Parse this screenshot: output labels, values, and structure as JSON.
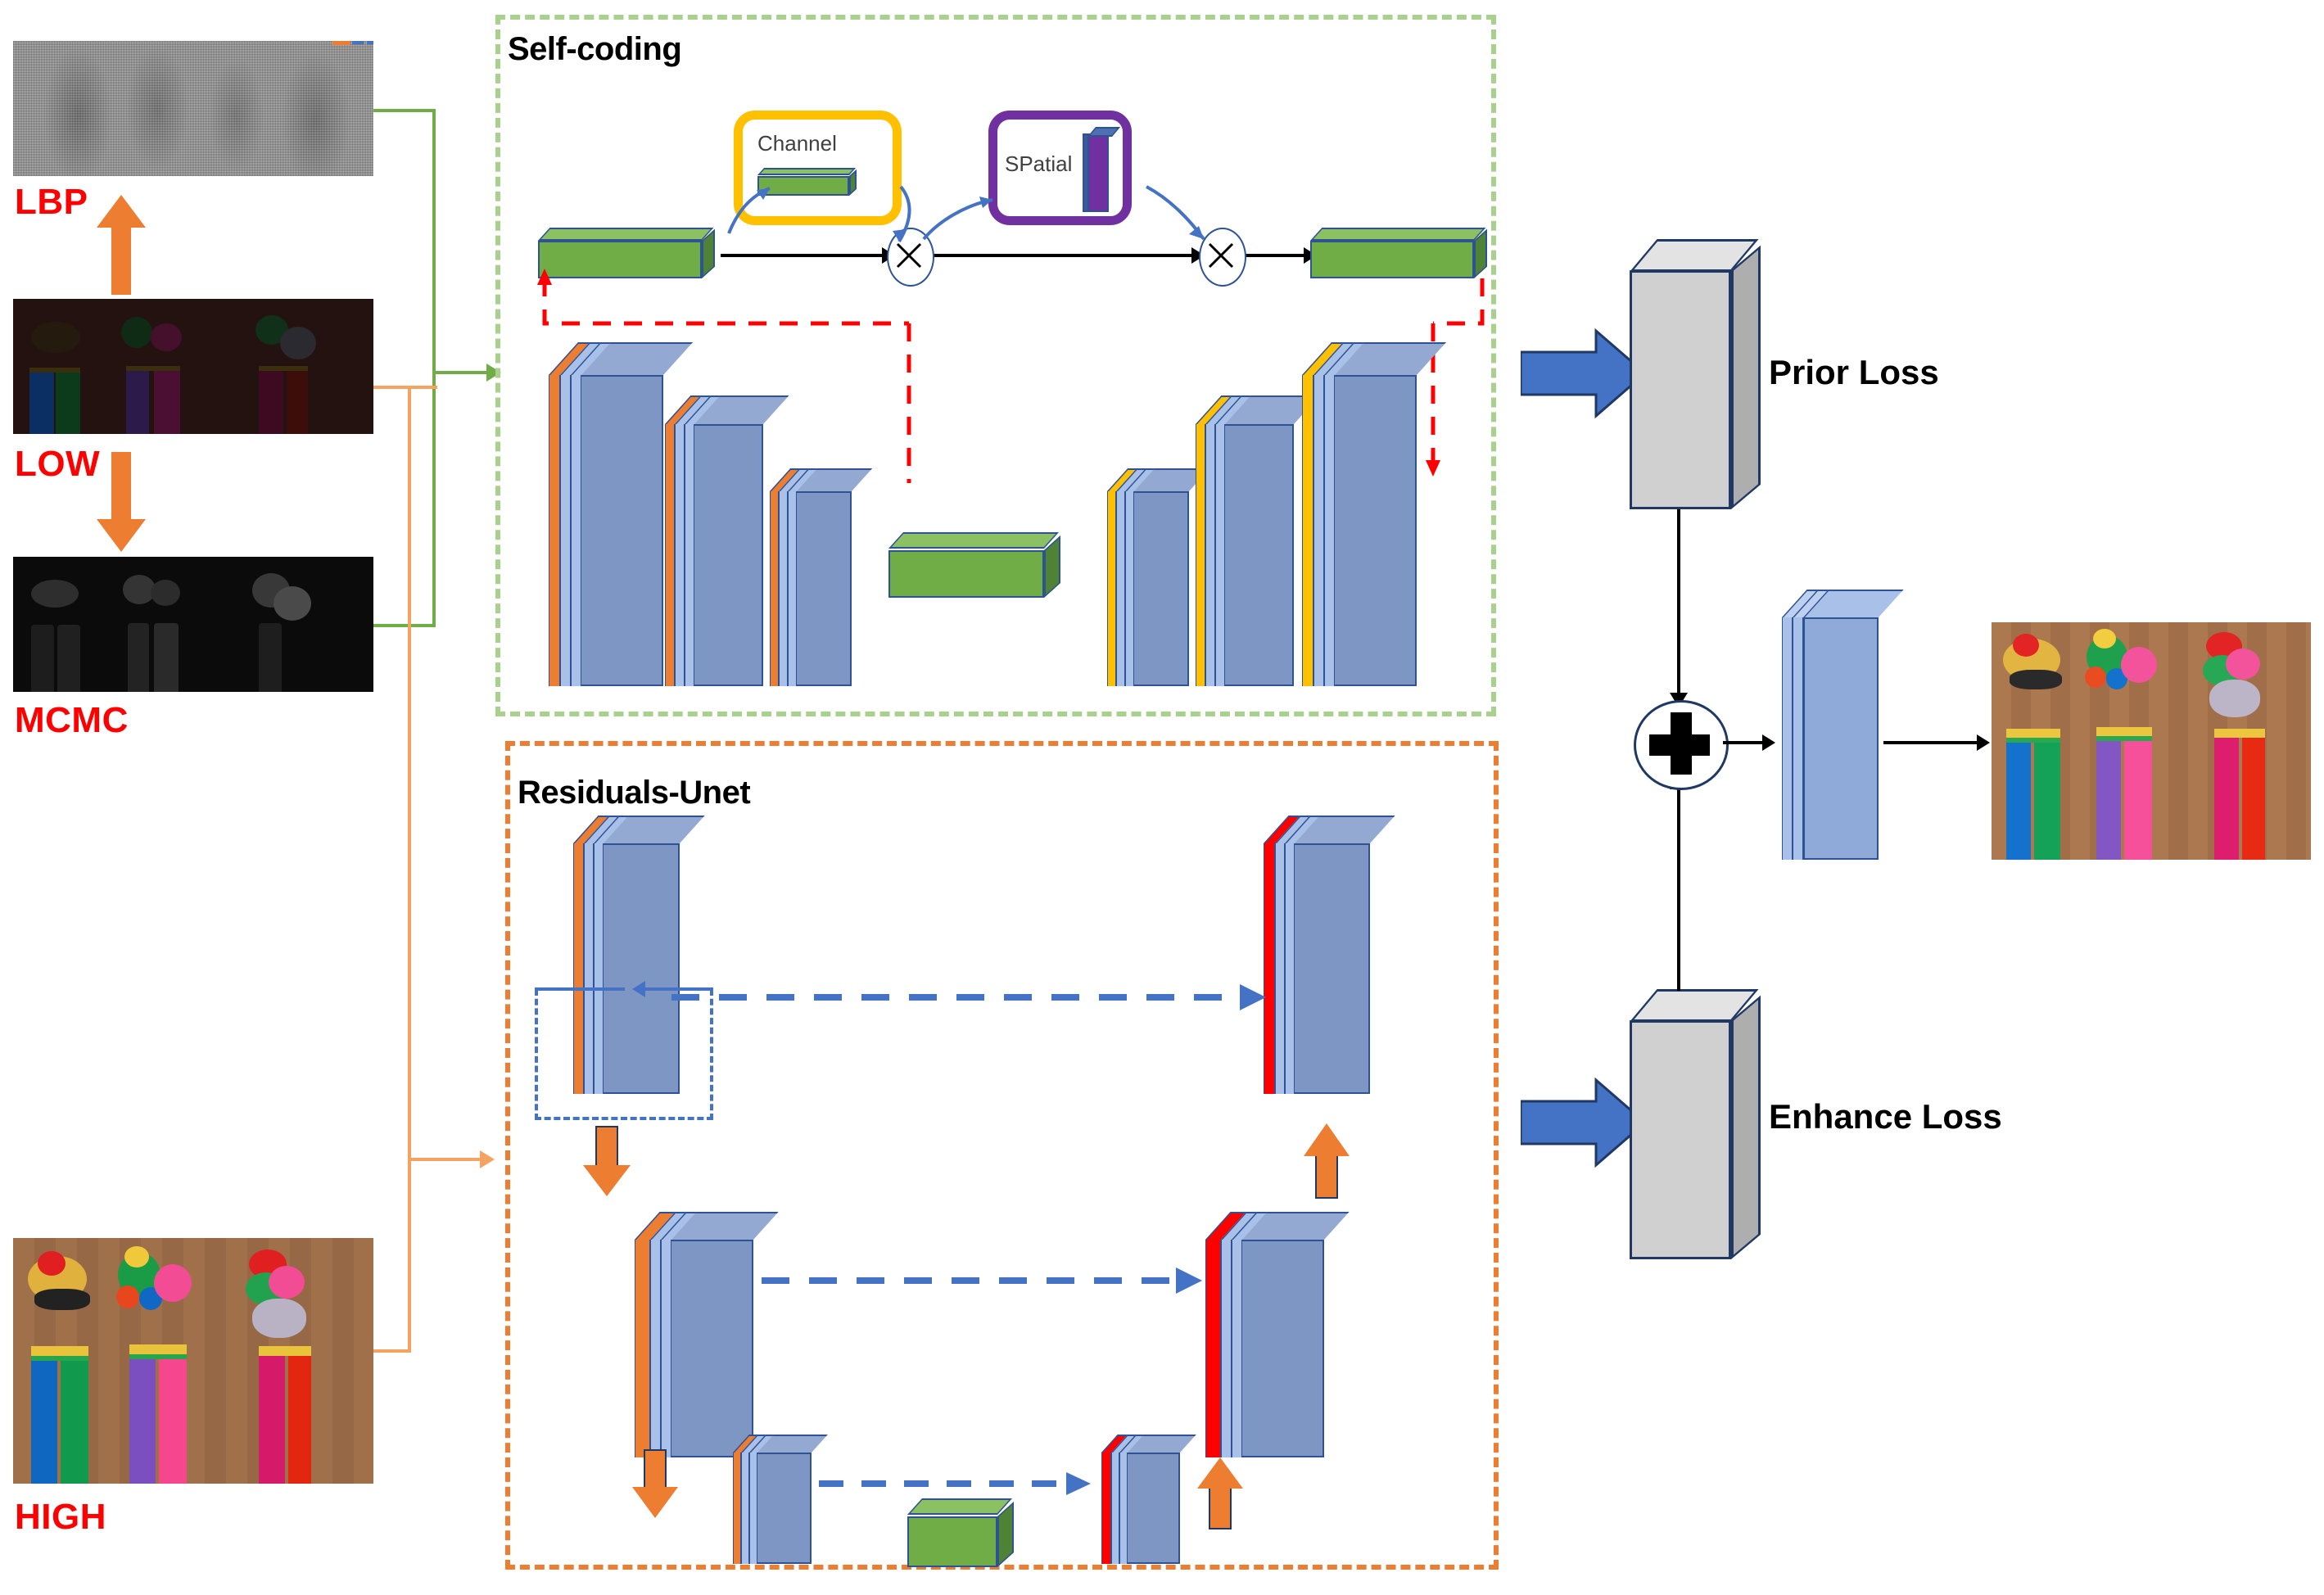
{
  "figure": {
    "kind": "network-architecture-diagram",
    "background": "#ffffff"
  },
  "inputs": [
    {
      "id": "lbp",
      "label": "LBP",
      "kind": "grayscale-noise-texture"
    },
    {
      "id": "low",
      "label": "LOW",
      "kind": "dark-low-light-photo"
    },
    {
      "id": "mcmc",
      "label": "MCMC",
      "kind": "near-black-grayscale-photo"
    },
    {
      "id": "high",
      "label": "HIGH",
      "kind": "normal-exposure-photo"
    }
  ],
  "modules": {
    "self_coding": {
      "title": "Self-coding",
      "border_color": "#A9D18E",
      "attention": [
        {
          "name": "Channel",
          "border_color": "#FFC000",
          "inner": "green-bar"
        },
        {
          "name": "SPatial",
          "border_color": "#7030A0",
          "inner": "purple-slab"
        }
      ],
      "mul_symbol": "X",
      "encoder_stripe_color": "#ED7D31",
      "decoder_stripe_color": "#FFC000",
      "bottleneck_color": "#70AD47",
      "skip_color": "#FF0000"
    },
    "residuals_unet": {
      "title": "Residuals-Unet",
      "border_color": "#ED7D31",
      "encoder_stripe_color": "#ED7D31",
      "decoder_stripe_color": "#FF0000",
      "bottleneck_color": "#70AD47",
      "skip_color": "#4472C4",
      "down_arrow_color": "#ED7D31",
      "up_arrow_color": "#ED7D31",
      "residual_box_color": "#4472C4"
    }
  },
  "losses": [
    {
      "id": "prior",
      "label": "Prior Loss"
    },
    {
      "id": "enhance",
      "label": "Enhance Loss"
    }
  ],
  "merge": {
    "symbol": "+",
    "kind": "element-wise-addition"
  },
  "output": {
    "label": "",
    "kind": "enhanced-image"
  },
  "wires": {
    "lbp_to_selfcoding_color": "#70AD47",
    "mcmc_to_selfcoding_color": "#70AD47",
    "low_to_residuals_color": "#F4A460",
    "high_to_residuals_color": "#F4A460",
    "loss_arrow_color": "#4472C4"
  },
  "colors": {
    "slab_face": "#7E96C4",
    "slab_layer": "#A9C0E8",
    "slab_outline": "#2E5395",
    "orange": "#ED7D31",
    "yellow": "#FFC000",
    "red": "#FF0000",
    "green": "#70AD47",
    "blue_arrow": "#4472C4",
    "purple": "#7030A0",
    "label_red": "#FF0000"
  }
}
